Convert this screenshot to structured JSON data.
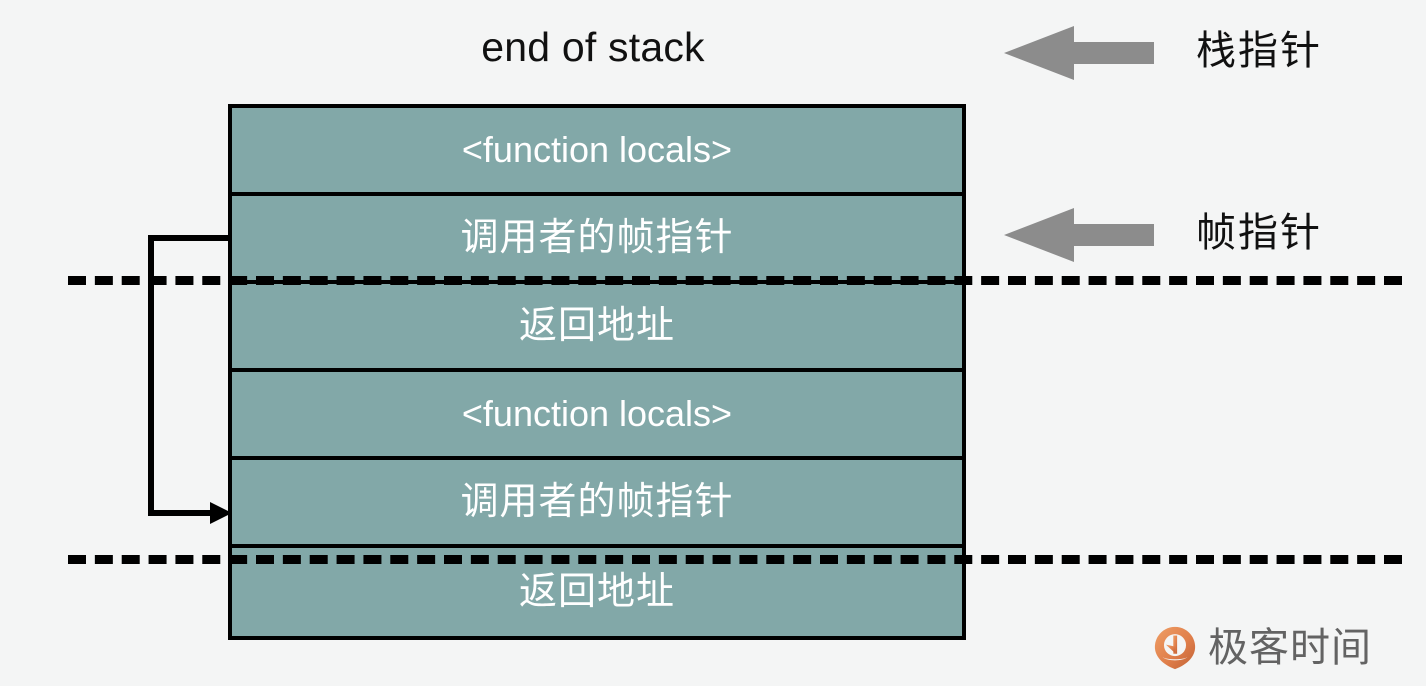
{
  "diagram": {
    "title": "end of stack",
    "background_color": "#f4f5f5",
    "block_fill_color": "#82a8a8",
    "block_border_color": "#000000",
    "block_text_color": "#ffffff",
    "arrow_color": "#8c8c8c",
    "stack_rows": [
      {
        "label": "<function locals>",
        "script": "latin"
      },
      {
        "label": "调用者的帧指针",
        "script": "cjk"
      },
      {
        "label": "返回地址",
        "script": "cjk"
      },
      {
        "label": "<function locals>",
        "script": "latin"
      },
      {
        "label": "调用者的帧指针",
        "script": "cjk"
      },
      {
        "label": "返回地址",
        "script": "cjk"
      }
    ],
    "pointers": [
      {
        "label": "栈指针",
        "icon": "left-arrow-icon",
        "target_row": 0
      },
      {
        "label": "帧指针",
        "icon": "left-arrow-icon",
        "target_row": 1
      }
    ],
    "frame_boundaries": [
      {
        "style": "dashed",
        "after_row": 1
      },
      {
        "style": "dashed",
        "after_row": 4
      }
    ],
    "link": {
      "description": "caller frame pointer chain",
      "from_row": 1,
      "to_row": 4,
      "arrowhead": "right"
    }
  },
  "watermark": {
    "text": "极客时间",
    "logo_icon": "geektime-pin-logo-icon",
    "logo_color_start": "#e8834a",
    "logo_color_end": "#c9612f",
    "text_color": "#5c5c5c"
  }
}
